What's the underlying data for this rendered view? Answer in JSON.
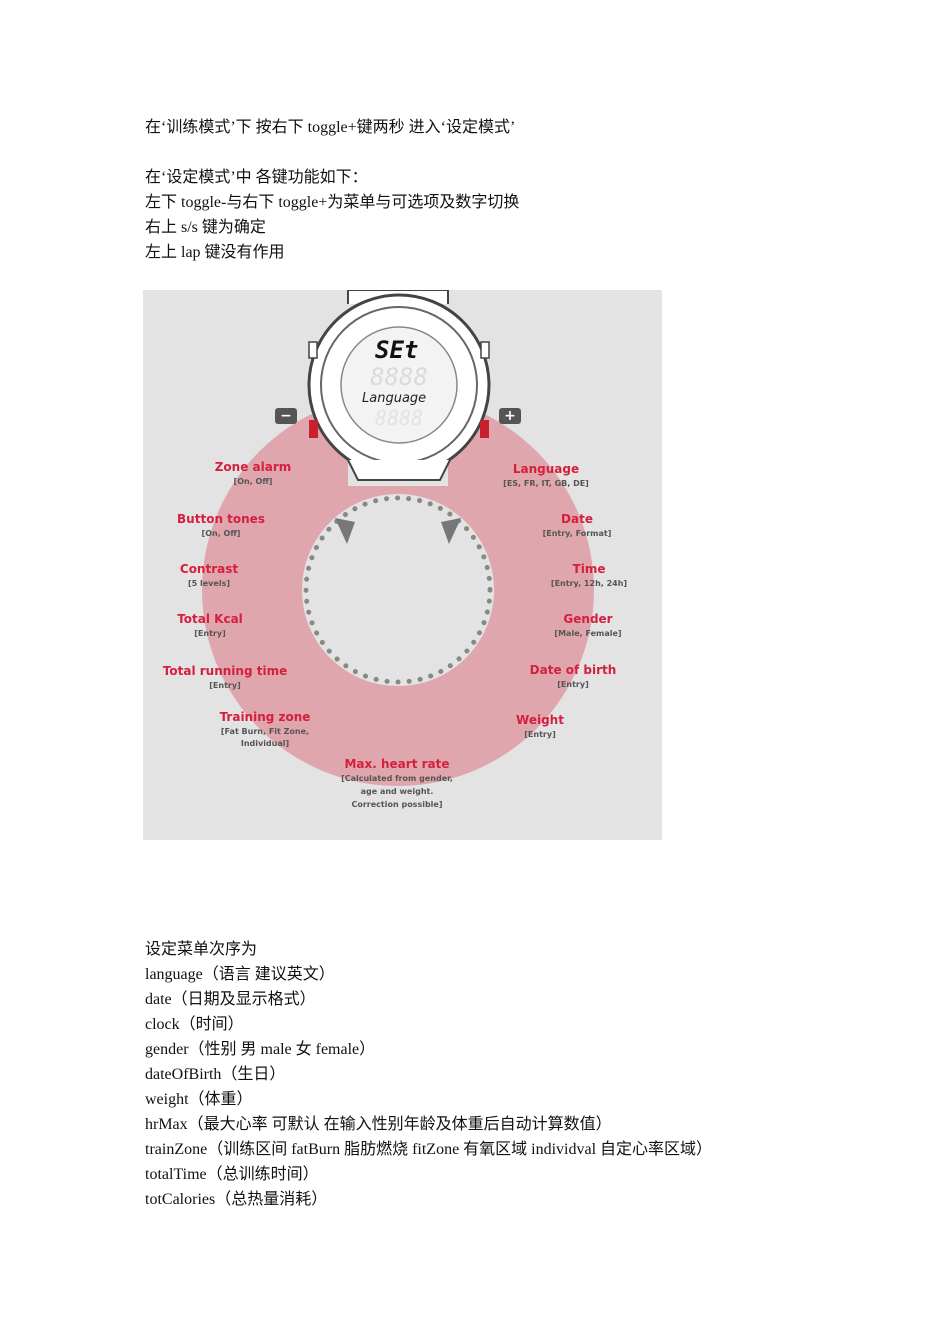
{
  "intro": {
    "line1": "在‘训练模式’下 按右下 toggle+键两秒 进入‘设定模式’",
    "line2": "在‘设定模式’中 各键功能如下：",
    "line3": "左下 toggle-与右下 toggle+为菜单与可选项及数字切换",
    "line4": "右上 s/s 键为确定",
    "line5": "左上 lap 键没有作用"
  },
  "figure": {
    "display_top": "SEt",
    "display_bottom": "Language",
    "minus_button": "−",
    "plus_button": "+",
    "left_items": [
      {
        "title": "Zone alarm",
        "sub": "[On, Off]"
      },
      {
        "title": "Button tones",
        "sub": "[On, Off]"
      },
      {
        "title": "Contrast",
        "sub": "[5 levels]"
      },
      {
        "title": "Total Kcal",
        "sub": "[Entry]"
      },
      {
        "title": "Total running time",
        "sub": "[Entry]"
      },
      {
        "title": "Training zone",
        "sub1": "[Fat Burn, Fit Zone,",
        "sub2": "Individual]"
      }
    ],
    "right_items": [
      {
        "title": "Language",
        "sub": "[ES, FR, IT, GB, DE]"
      },
      {
        "title": "Date",
        "sub": "[Entry, Format]"
      },
      {
        "title": "Time",
        "sub": "[Entry, 12h, 24h]"
      },
      {
        "title": "Gender",
        "sub": "[Male, Female]"
      },
      {
        "title": "Date of birth",
        "sub": "[Entry]"
      },
      {
        "title": "Weight",
        "sub": "[Entry]"
      }
    ],
    "bottom_item": {
      "title": "Max. heart rate",
      "sub1": "[Calculated from gender,",
      "sub2": "age and weight.",
      "sub3": "Correction possible]"
    },
    "colors": {
      "ring": "#dfa6ae",
      "label": "#d61f3c",
      "button_red": "#c8202e"
    }
  },
  "menu": {
    "heading": "设定菜单次序为",
    "items": [
      "language（语言 建议英文）",
      "date（日期及显示格式）",
      "clock（时间）",
      "gender（性别 男 male 女 female）",
      "dateOfBirth（生日）",
      "weight（体重）",
      "hrMax（最大心率 可默认 在输入性别年龄及体重后自动计算数值）",
      "trainZone（训练区间 fatBurn 脂肪燃烧 fitZone 有氧区域 individval 自定心率区域）",
      "totalTime（总训练时间）",
      "totCalories（总热量消耗）"
    ]
  }
}
